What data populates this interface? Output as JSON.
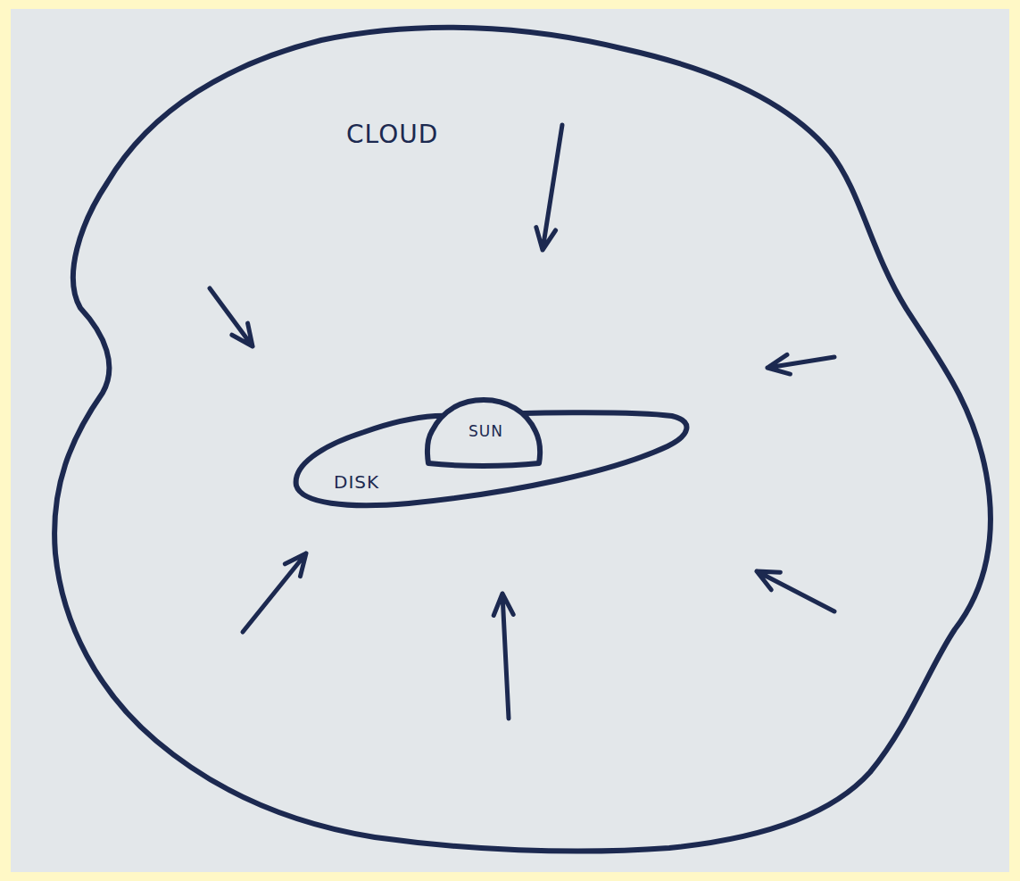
{
  "diagram": {
    "nodes": [
      {
        "text": [
          "CLOUD"
        ]
      },
      {
        "text": [
          "DISK"
        ],
        "in": 0
      },
      {
        "text": [
          "SUN"
        ],
        "in": 1
      }
    ]
  }
}
